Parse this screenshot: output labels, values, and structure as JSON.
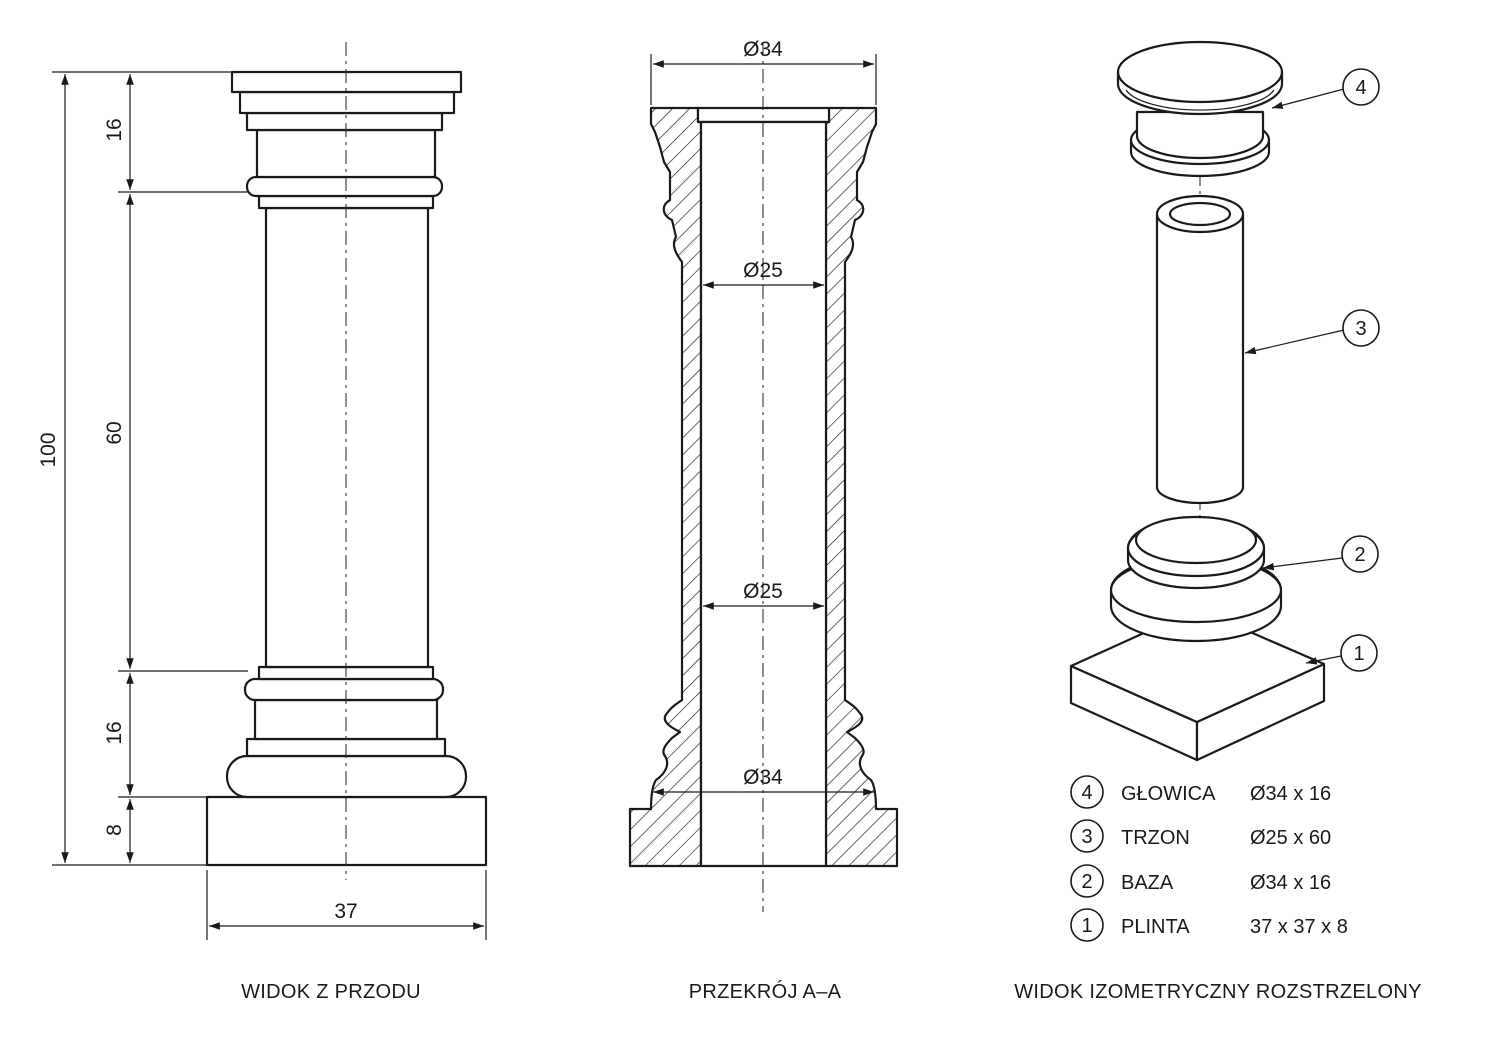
{
  "front_view": {
    "caption": "WIDOK Z PRZODU",
    "dim_total": "100",
    "dim_capital": "16",
    "dim_shaft": "60",
    "dim_base": "16",
    "dim_plinth": "8",
    "dim_width": "37"
  },
  "section_view": {
    "caption": "PRZEKRÓJ A–A",
    "dim_top": "Ø34",
    "dim_inner_top": "Ø25",
    "dim_inner_bottom": "Ø25",
    "dim_bottom": "Ø34"
  },
  "iso_view": {
    "caption": "WIDOK IZOMETRYCZNY ROZSTRZELONY",
    "callouts": [
      "4",
      "3",
      "2",
      "1"
    ]
  },
  "parts": [
    {
      "num": "4",
      "name": "GŁOWICA",
      "size": "Ø34 x 16"
    },
    {
      "num": "3",
      "name": "TRZON",
      "size": "Ø25 x 60"
    },
    {
      "num": "2",
      "name": "BAZA",
      "size": "Ø34 x 16"
    },
    {
      "num": "1",
      "name": "PLINTA",
      "size": "37 x 37 x 8"
    }
  ]
}
